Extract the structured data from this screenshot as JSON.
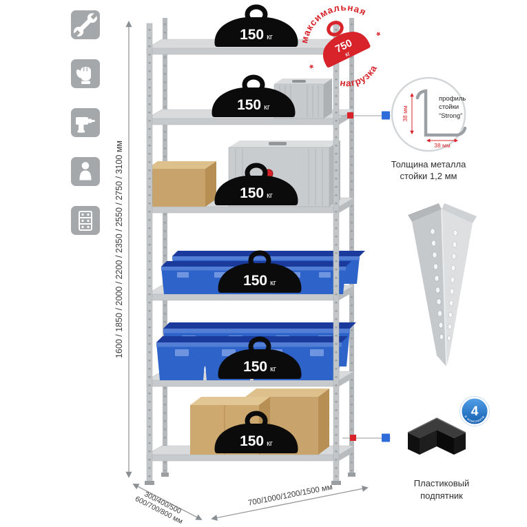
{
  "colors": {
    "accent_red": "#d8232a",
    "accent_blue": "#2f6bd9",
    "bin_blue": "#2e63c9",
    "metal_gray": "#c7cacc"
  },
  "left_icons": {
    "items": [
      {
        "name": "wrench-icon"
      },
      {
        "name": "gloves-icon"
      },
      {
        "name": "drill-icon"
      },
      {
        "name": "person-icon"
      },
      {
        "name": "rack-panel-icon"
      }
    ]
  },
  "dimensions": {
    "height_label": "1600 / 1850 / 2000 / 2200 / 2350 / 2550 / 2750 / 3100 мм",
    "depth_line1": "300/400/500",
    "depth_line2": "600/700/800 мм",
    "width_label": "700/1000/1200/1500 мм"
  },
  "rack": {
    "shelf_load_value": "150",
    "shelf_load_unit": "кг"
  },
  "stamp": {
    "arc_top": "максимальная",
    "arc_bottom": "нагрузка",
    "weight_value": "750",
    "weight_unit": "кг",
    "star": "*"
  },
  "profile": {
    "line1": "профиль",
    "line2": "стойки",
    "line3": "“Strong”",
    "dim_vertical": "38 мм",
    "dim_horizontal": "38 мм",
    "caption_line1": "Толщина металла",
    "caption_line2": "стойки 1,2 мм"
  },
  "foot": {
    "badge_number": "4",
    "badge_text": "в комплекте",
    "caption_line1": "Пластиковый",
    "caption_line2": "подпятник"
  }
}
